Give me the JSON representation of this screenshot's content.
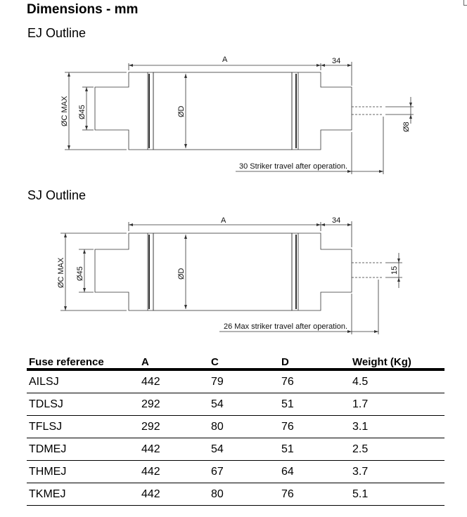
{
  "page": {
    "title": "Dimensions - mm"
  },
  "ej": {
    "title": "EJ Outline",
    "labels": {
      "a": "A",
      "c": "ØC MAX",
      "d45": "Ø45",
      "d": "ØD",
      "ext": "34",
      "pin": "Ø8",
      "note": "30 Striker travel after operation."
    }
  },
  "sj": {
    "title": "SJ Outline",
    "labels": {
      "a": "A",
      "c": "ØC MAX",
      "d45": "Ø45",
      "d": "ØD",
      "ext": "34",
      "pin": "15",
      "note": "26 Max striker travel after operation."
    }
  },
  "table": {
    "headers": [
      "Fuse reference",
      "A",
      "C",
      "D",
      "Weight (Kg)"
    ],
    "rows": [
      [
        "AILSJ",
        "442",
        "79",
        "76",
        "4.5"
      ],
      [
        "TDLSJ",
        "292",
        "54",
        "51",
        "1.7"
      ],
      [
        "TFLSJ",
        "292",
        "80",
        "76",
        "3.1"
      ],
      [
        "TDMEJ",
        "442",
        "54",
        "51",
        "2.5"
      ],
      [
        "THMEJ",
        "442",
        "67",
        "64",
        "3.7"
      ],
      [
        "TKMEJ",
        "442",
        "80",
        "76",
        "5.1"
      ]
    ]
  }
}
